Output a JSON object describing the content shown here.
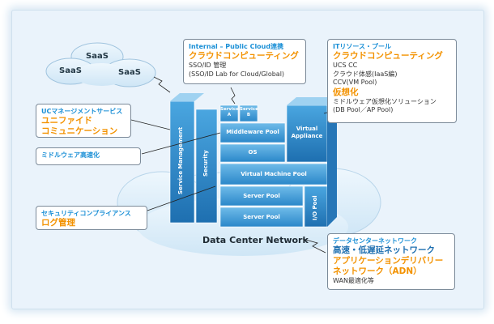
{
  "saas": {
    "cloud_1": "SaaS",
    "cloud_2": "SaaS",
    "cloud_3": "SaaS"
  },
  "public_cloud": {
    "head": "Internal – Public Cloud連携",
    "title": "クラウドコンピューティング",
    "line_1": "SSO/ID 管理",
    "line_2": "(SSO/ID Lab for Cloud/Global)"
  },
  "it_resource": {
    "head": "ITリソース・プール",
    "title": "クラウドコンピューティング",
    "line_1": "UCS CC",
    "line_2": "クラウド体感(IaaS編)",
    "line_3": "CCV(VM Pool)",
    "title_2": "仮想化",
    "line_4": "ミドルウェア仮想化ソリューション",
    "line_5": "(DB Pool／AP Pool)"
  },
  "uc": {
    "head": "UCマネージメントサービス",
    "title_1": "ユニファイド",
    "title_2": "コミュニケーション"
  },
  "middleware_accel": {
    "head": "ミドルウェア高速化"
  },
  "security": {
    "head": "セキュリティコンプライアンス",
    "title": "ログ管理"
  },
  "dc_network": {
    "head": "データセンターネットワーク",
    "title_1": "高速・低遅延ネットワーク",
    "title_2": "アプリケーションデリバリー",
    "title_3": "ネットワーク（ADN）",
    "line_1": "WAN最適化等"
  },
  "stack": {
    "service_management": "Service Management",
    "security": "Security",
    "service_a_1": "Service",
    "service_a_2": "A",
    "service_b_1": "Service",
    "service_b_2": "B",
    "middleware_pool": "Middleware Pool",
    "virtual_appliance_1": "Virtual",
    "virtual_appliance_2": "Appliance",
    "os": "OS",
    "vm_pool": "Virtual Machine Pool",
    "server_pool_1": "Server Pool",
    "server_pool_2": "Server Pool",
    "io_pool": "I/O Pool"
  },
  "network_label": "Data Center Network",
  "colors": {
    "block_top": "#7cc2ec",
    "block_mid": "#3f9edb",
    "block_dark": "#1e78bd",
    "accent_orange": "#f39200",
    "accent_blue": "#1a8fd6"
  }
}
